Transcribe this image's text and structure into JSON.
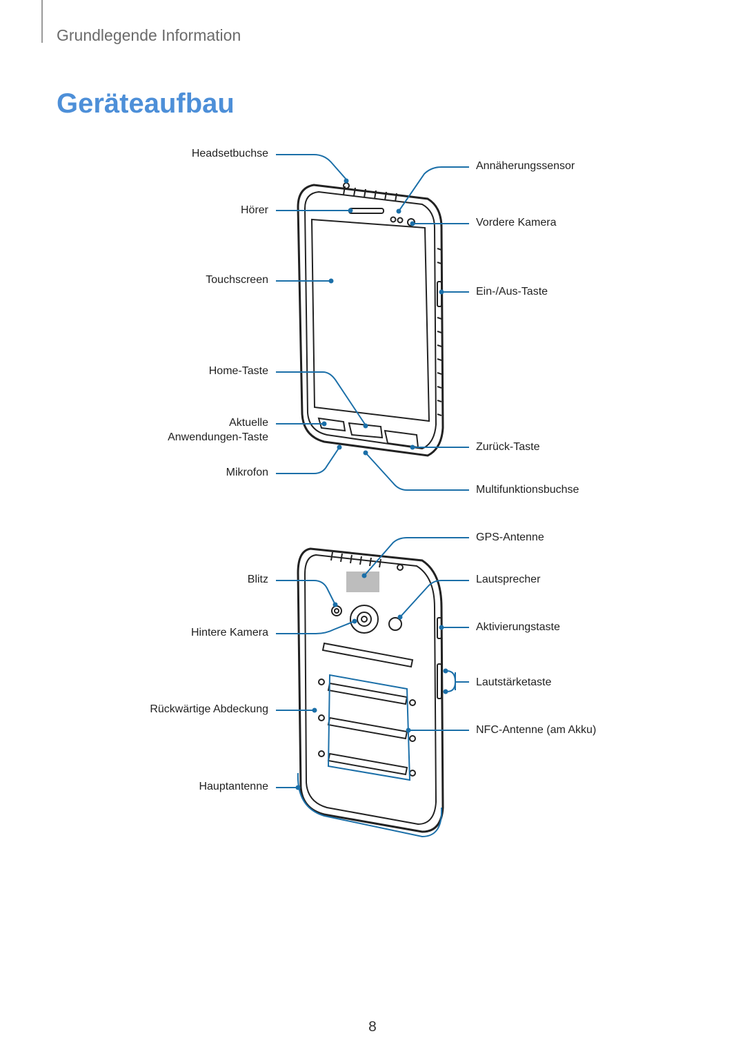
{
  "header": {
    "section_title": "Grundlegende Information",
    "page_title": "Geräteaufbau"
  },
  "colors": {
    "title_blue": "#4d8fd8",
    "callout_blue": "#1b6fa8",
    "device_outline": "#222222"
  },
  "front_view": {
    "labels_left": {
      "headset_jack": "Headsetbuchse",
      "earpiece": "Hörer",
      "touchscreen": "Touchscreen",
      "home_key": "Home-Taste",
      "recent_apps_line1": "Aktuelle",
      "recent_apps_line2": "Anwendungen-Taste",
      "microphone": "Mikrofon"
    },
    "labels_right": {
      "proximity_sensor": "Annäherungssensor",
      "front_camera": "Vordere Kamera",
      "power_key": "Ein-/Aus-Taste",
      "back_key": "Zurück-Taste",
      "multipurpose_jack": "Multifunktionsbuchse"
    }
  },
  "rear_view": {
    "labels_left": {
      "flash": "Blitz",
      "rear_camera": "Hintere Kamera",
      "back_cover": "Rückwärtige Abdeckung",
      "main_antenna": "Hauptantenne"
    },
    "labels_right": {
      "gps_antenna": "GPS-Antenne",
      "speaker": "Lautsprecher",
      "activation_key": "Aktivierungstaste",
      "volume_key": "Lautstärketaste",
      "nfc_antenna": "NFC-Antenne (am Akku)"
    }
  },
  "footer": {
    "page_number": "8"
  }
}
